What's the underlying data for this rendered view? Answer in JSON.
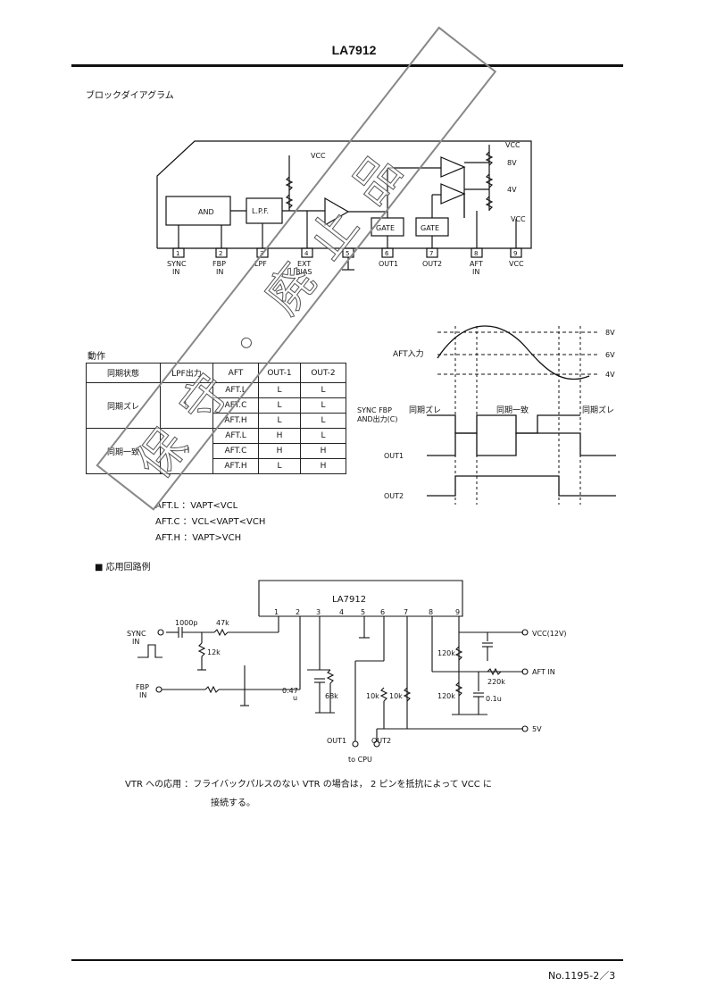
{
  "header": {
    "title": "LA7912"
  },
  "block_diagram": {
    "heading": "ブロックダイアグラム",
    "blocks": {
      "and": "AND",
      "lpf": "L.P.F.",
      "gate1": "GATE",
      "gate2": "GATE"
    },
    "vcc": "VCC",
    "v8": "8V",
    "v4": "4V",
    "pins": [
      {
        "num": "1",
        "label1": "SYNC",
        "label2": "IN"
      },
      {
        "num": "2",
        "label1": "FBP",
        "label2": "IN"
      },
      {
        "num": "3",
        "label1": "LPF",
        "label2": ""
      },
      {
        "num": "4",
        "label1": "EXT",
        "label2": "BIAS"
      },
      {
        "num": "5",
        "label1": "",
        "label2": ""
      },
      {
        "num": "6",
        "label1": "OUT1",
        "label2": ""
      },
      {
        "num": "7",
        "label1": "OUT2",
        "label2": ""
      },
      {
        "num": "8",
        "label1": "AFT",
        "label2": "IN"
      },
      {
        "num": "9",
        "label1": "VCC",
        "label2": ""
      }
    ]
  },
  "operation": {
    "heading": "動作",
    "columns": [
      "同期状態",
      "LPF出力",
      "AFT",
      "OUT-1",
      "OUT-2"
    ],
    "groups": [
      {
        "state": "同期ズレ",
        "lpf": "L",
        "rows": [
          [
            "AFT.L",
            "L",
            "L"
          ],
          [
            "AFT.C",
            "L",
            "L"
          ],
          [
            "AFT.H",
            "L",
            "L"
          ]
        ]
      },
      {
        "state": "同期一致",
        "lpf": "H",
        "rows": [
          [
            "AFT.L",
            "H",
            "L"
          ],
          [
            "AFT.C",
            "H",
            "H"
          ],
          [
            "AFT.H",
            "L",
            "H"
          ]
        ]
      }
    ],
    "notes": [
      "AFT.L ：VAPT<VCL",
      "AFT.C ：VCL<VAPT<VCH",
      "AFT.H ：VAPT>VCH"
    ]
  },
  "waveform": {
    "v8": "8V",
    "v6": "6V",
    "v4": "4V",
    "aft_in": "AFT入力",
    "sync_fbp_line1": "SYNC FBP",
    "sync_fbp_line2": "AND出力(C)",
    "out_of_sync_left": "同期ズレ",
    "in_sync": "同期一致",
    "out_of_sync_right": "同期ズレ",
    "out1": "OUT1",
    "out2": "OUT2"
  },
  "application": {
    "heading": "■ 応用回路例",
    "ic": "LA7912",
    "pin_nums": [
      "1",
      "2",
      "3",
      "4",
      "5",
      "6",
      "7",
      "8",
      "9"
    ],
    "sync_in_1": "SYNC",
    "sync_in_2": "IN",
    "fbp_in_1": "FBP",
    "fbp_in_2": "IN",
    "c1000p": "1000p",
    "r47k": "47k",
    "r12k": "12k",
    "c047": "0.47",
    "c047u": "u",
    "r68k": "68k",
    "r10k_a": "10k",
    "r10k_b": "10k",
    "r120k_a": "120k",
    "r120k_b": "120k",
    "r220k": "220k",
    "c01u": "0.1u",
    "vcc12": "VCC(12V)",
    "aft_in": "AFT IN",
    "v5": "5V",
    "out1": "OUT1",
    "out2": "OUT2",
    "to_cpu": "to CPU"
  },
  "vtr_note": {
    "line1": "VTR への応用 ：フライバックパルスのない VTR の場合は， 2 ピンを抵抗によって VCC に",
    "line2": "接続する。"
  },
  "watermark": "保守・廃止品",
  "footer": {
    "page": "No.1195-2／3"
  }
}
